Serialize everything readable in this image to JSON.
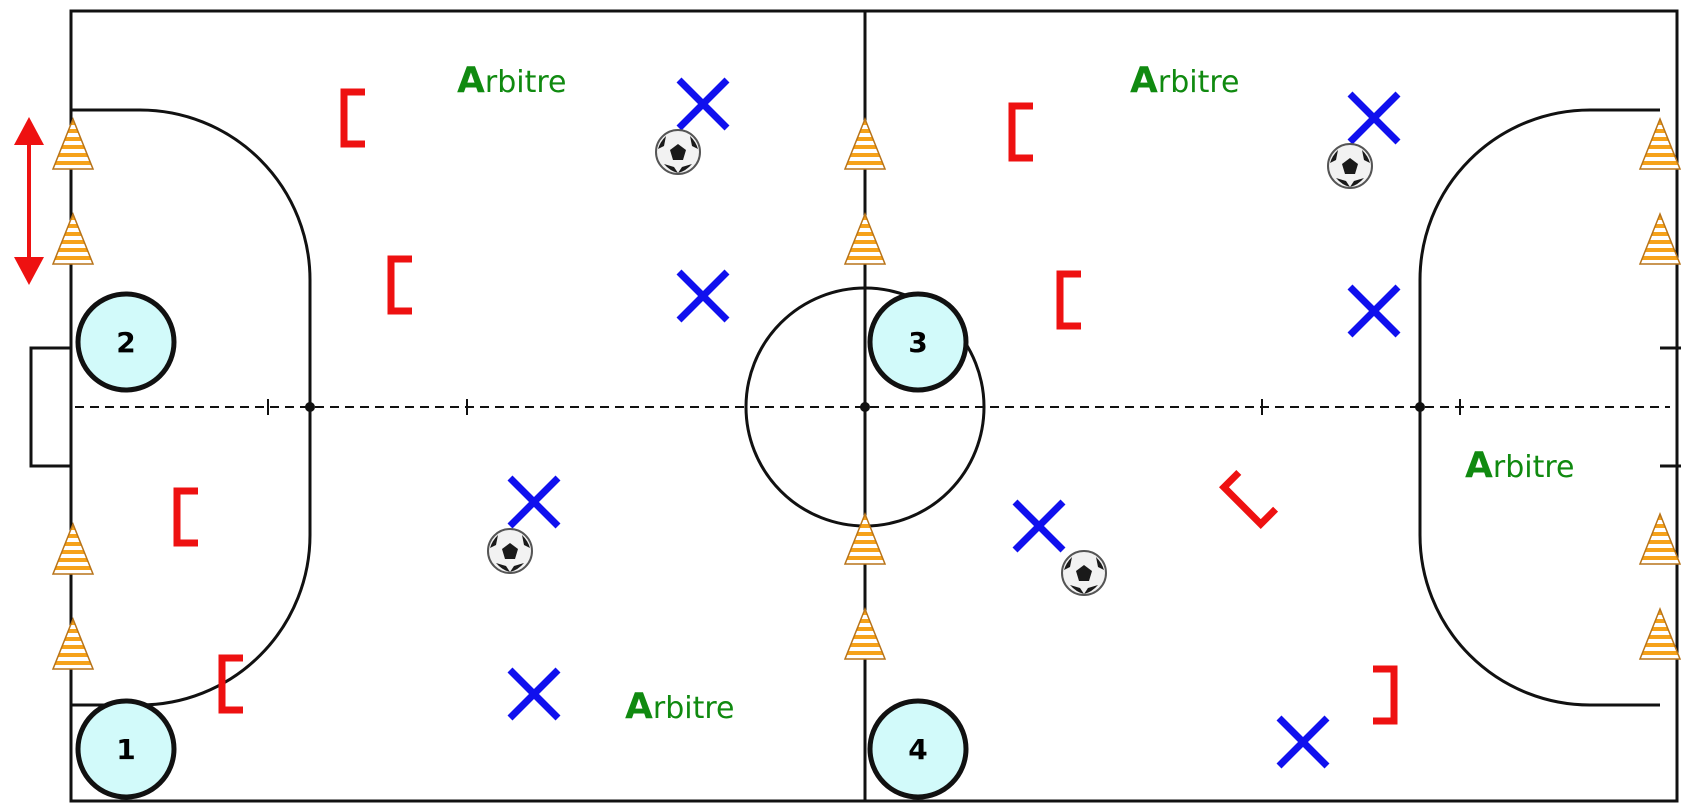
{
  "court": {
    "line_color": "#111111",
    "background": "#ffffff"
  },
  "referees": [
    {
      "first": "A",
      "rest": "rbitre",
      "color": "#108a10"
    },
    {
      "first": "A",
      "rest": "rbitre",
      "color": "#108a10"
    },
    {
      "first": "A",
      "rest": "rbitre",
      "color": "#108a10"
    },
    {
      "first": "A",
      "rest": "rbitre",
      "color": "#108a10"
    }
  ],
  "numbered_circles": [
    {
      "label": "1",
      "fill": "#d2fafa"
    },
    {
      "label": "2",
      "fill": "#d2fafa"
    },
    {
      "label": "3",
      "fill": "#d2fafa"
    },
    {
      "label": "4",
      "fill": "#d2fafa"
    }
  ],
  "legend_colors": {
    "attacker_mark": "#ee1111",
    "defender_cross": "#1010ee",
    "cone_fill": "#f6a21a",
    "arrow": "#ee1111"
  },
  "icons": [
    "cone-icon",
    "soccer-ball-icon",
    "cross-marker-icon",
    "bracket-marker-icon",
    "double-arrow-icon"
  ]
}
